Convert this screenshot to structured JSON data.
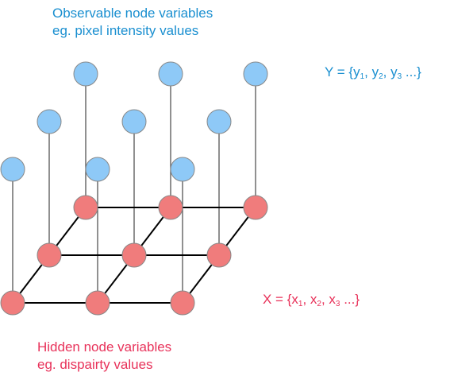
{
  "observed_label": {
    "line1": "Observable node variables",
    "line2": "eg. pixel intensity values"
  },
  "hidden_label": {
    "line1": "Hidden node variables",
    "line2": "eg. dispairty values"
  },
  "y_set": {
    "prefix": "Y = {y",
    "sub1": "1",
    "sep1": ", y",
    "sub2": "2",
    "sep2": ", y",
    "sub3": "3",
    "suffix": " ...}"
  },
  "x_set": {
    "prefix": "X = {x",
    "sub1": "1",
    "sep1": ", x",
    "sub2": "2",
    "sep2": ", x",
    "sub3": "3",
    "suffix": " ...}"
  },
  "colors": {
    "observed_fill": "#8ec9f7",
    "hidden_fill": "#f07c7c",
    "node_stroke": "#888888",
    "edge": "#000000",
    "stem": "#555555",
    "label_blue": "#1a8fd0",
    "label_pink": "#e8325a"
  },
  "grid": {
    "rows": 3,
    "cols": 3
  }
}
